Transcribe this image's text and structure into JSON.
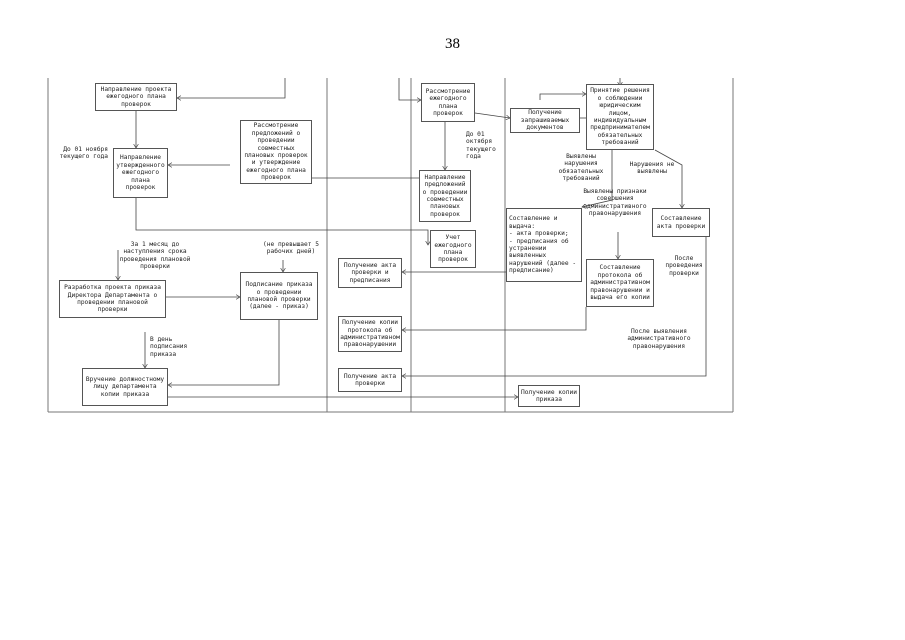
{
  "page_number": "38",
  "boxes": {
    "b1": "Направление проекта ежегодного плана проверок",
    "b2": "Рассмотрение ежегодного плана проверок",
    "b3": "Получение запрашиваемых документов",
    "b4": "Принятие решения о соблюдении юридическим лицом, индивидуальным предпринимателем обязательных требований",
    "b5": "Рассмотрение предложений о проведении совместных плановых проверок и утверждение ежегодного плана проверок",
    "b6": "Направление утвержденного ежегодного плана проверок",
    "b7": "Направление предложений о проведении совместных плановых проверок",
    "b8": "Составление и выдача:\n- акта проверки;\n- предписания об устранении выявленных нарушений (далее - предписание)",
    "b9": "Составление акта проверки",
    "b10": "Учет ежегодного плана проверок",
    "b11": "Получение акта проверки и предписания",
    "b12": "Составление протокола об административном правонарушении и выдача его копии",
    "b13": "Разработка проекта приказа Директора Департамента о проведении плановой проверки",
    "b14": "Подписание приказа о проведении плановой проверки (далее - приказ)",
    "b15": "Получение копии протокола об административном правонарушении",
    "b16": "Получение акта проверки",
    "b17": "Вручение должностному лицу департамента копии приказа",
    "b18": "Получение копии приказа"
  },
  "notes": {
    "n1": "До 01 ноября текущего года",
    "n2": "До 01 октября текущего года",
    "n3": "Выявлены нарушения обязательных требований",
    "n4": "Нарушения не выявлены",
    "n5": "Выявлены признаки совершения административного правонарушения",
    "n6": "За 1 месяц до наступления срока проведения плановой проверки",
    "n7": "(не превышает 5 рабочих дней)",
    "n8": "После проведения проверки",
    "n9": "После выявления административного правонарушения",
    "n10": "В день подписания приказа"
  }
}
